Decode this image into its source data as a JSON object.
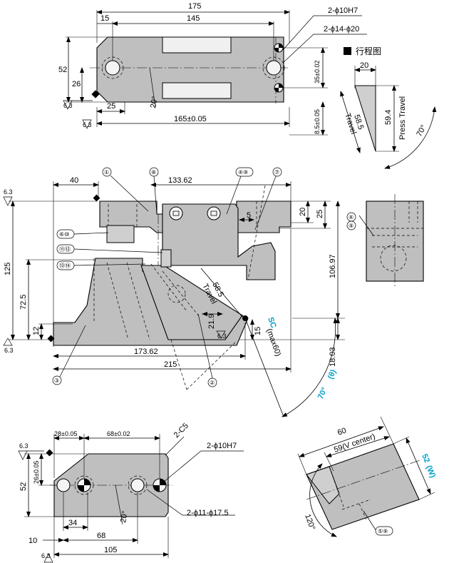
{
  "top_view": {
    "dims": {
      "overall_length": "175",
      "hole_span": "145",
      "left_offset": "15",
      "height": "52",
      "half_height": "26",
      "bottom_offset": "25",
      "angle": "20°",
      "base_span": "165±0.05",
      "hole_pitch": "35±0.02",
      "edge_offset": "8.5±0.05",
      "roughness": "6.3"
    },
    "callouts": {
      "dowel": "2-ϕ10H7",
      "cbore": "2-ϕ14-ϕ20"
    }
  },
  "stroke_diagram": {
    "legend": "行程图",
    "width": "20",
    "travel_value": "58.5",
    "travel_label": "Travel",
    "press_value": "59.4",
    "press_label": "Press Travel",
    "angle": "70°"
  },
  "front_view": {
    "dims": {
      "left_40": "40",
      "top_width": "133.62",
      "d20": "20",
      "d25": "25",
      "d5": "5",
      "h10697": "106.97",
      "h125": "125",
      "h725": "72.5",
      "h12": "12",
      "w17362": "173.62",
      "w215": "215",
      "h1803": "18.03",
      "d15": "15",
      "travel_value": "58.5",
      "travel_label": "Travel",
      "d219": "21.9",
      "sc": "SC",
      "sc_max": "(max60)",
      "angle": "70°",
      "theta": "(θ)",
      "roughness": "6.3"
    },
    "balloons": [
      "①",
      "②",
      "③",
      "④⑨",
      "⑥⑩",
      "⑦",
      "⑧",
      "⑪⑫",
      "⑬⑭"
    ]
  },
  "bottom_view": {
    "dims": {
      "d28": "28±0.05",
      "d68t": "68±0.02",
      "h52": "52",
      "h26": "26±0.05",
      "angle": "20°",
      "d34": "34",
      "d68": "68",
      "d10": "10",
      "d105": "105",
      "roughness": "6.3"
    },
    "callouts": {
      "chamfer": "2-C5",
      "dowel": "2-ϕ10H7",
      "cbore": "2-ϕ11-ϕ17.5"
    }
  },
  "wedge_view": {
    "d60": "60",
    "vcenter": "59(V center)",
    "w52": "52",
    "wlabel": "(W)",
    "angle": "120°",
    "balloon": "⑤⑨"
  },
  "side_view": {
    "balloon": "④⑨"
  }
}
